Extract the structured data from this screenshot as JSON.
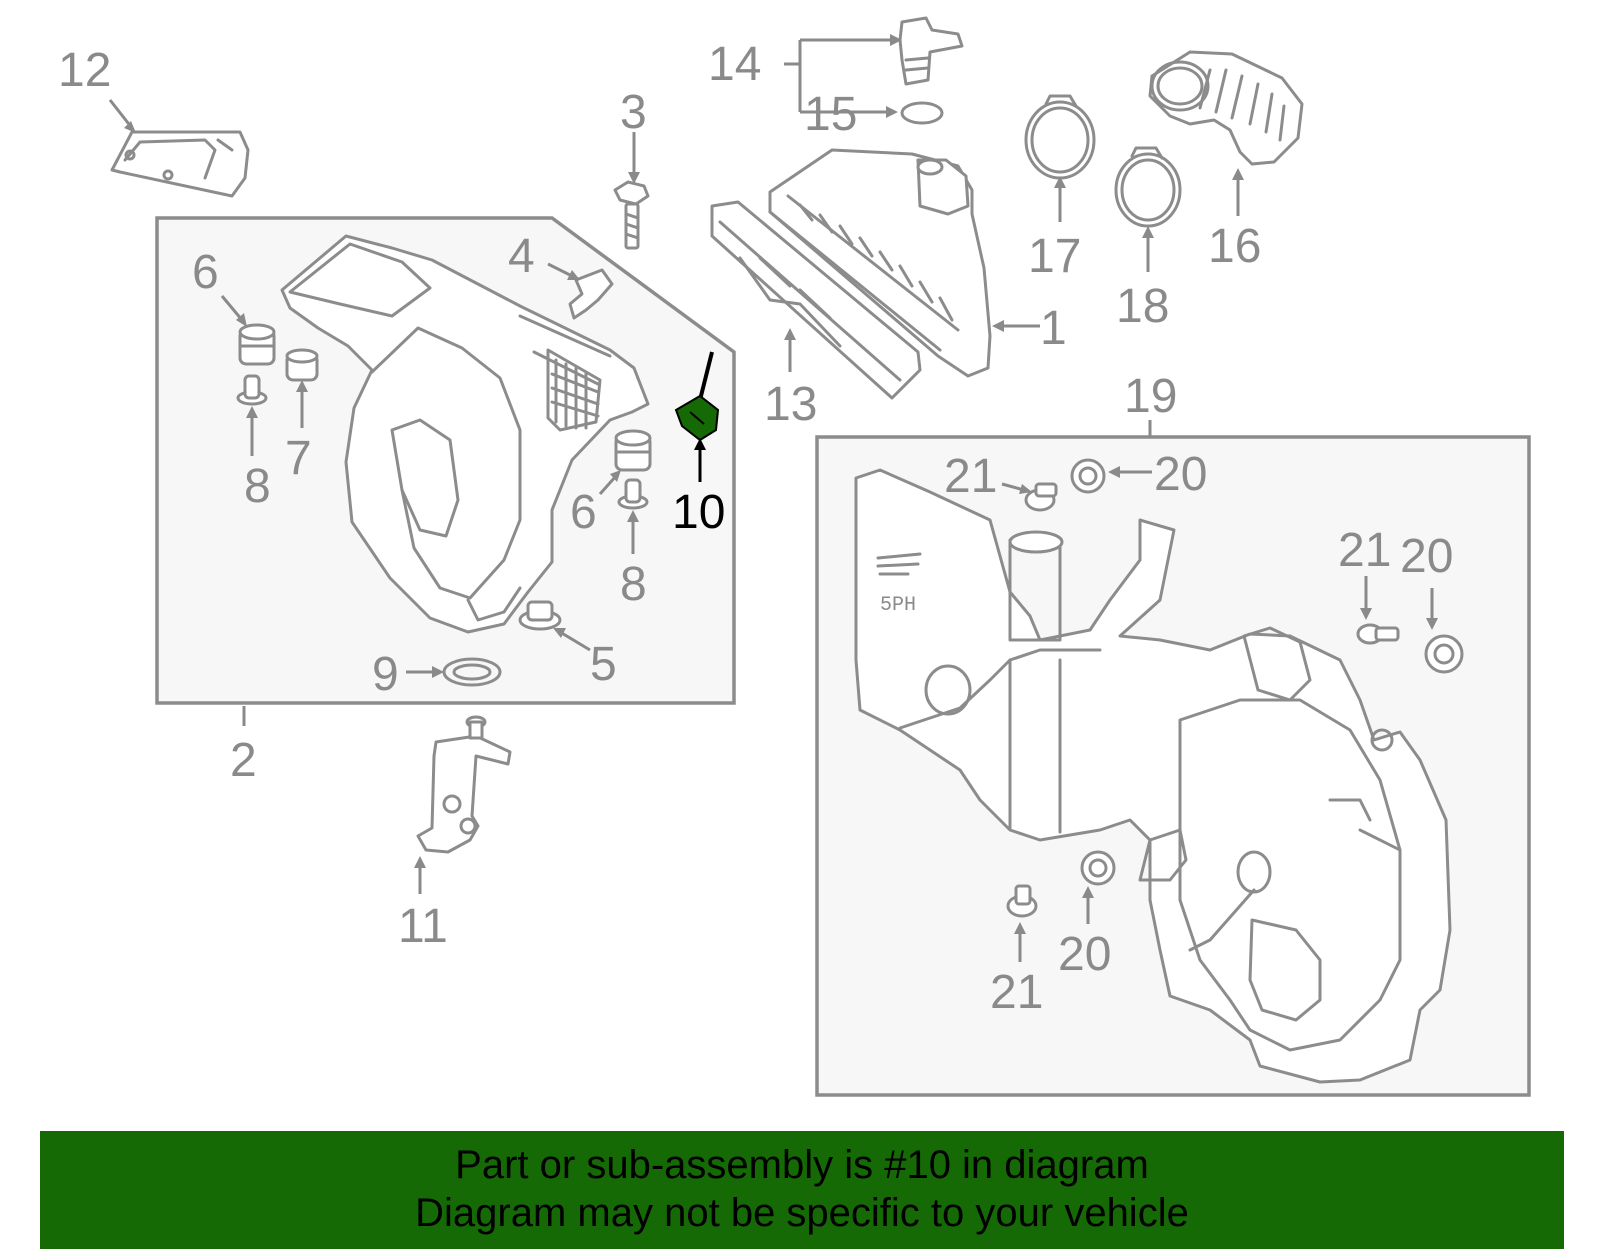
{
  "callouts": [
    {
      "id": "12",
      "text": "12"
    },
    {
      "id": "3",
      "text": "3"
    },
    {
      "id": "14",
      "text": "14"
    },
    {
      "id": "15",
      "text": "15"
    },
    {
      "id": "17",
      "text": "17"
    },
    {
      "id": "18",
      "text": "18"
    },
    {
      "id": "16",
      "text": "16"
    },
    {
      "id": "4",
      "text": "4"
    },
    {
      "id": "6a",
      "text": "6"
    },
    {
      "id": "7",
      "text": "7"
    },
    {
      "id": "8a",
      "text": "8"
    },
    {
      "id": "6b",
      "text": "6"
    },
    {
      "id": "8b",
      "text": "8"
    },
    {
      "id": "10",
      "text": "10"
    },
    {
      "id": "1",
      "text": "1"
    },
    {
      "id": "13",
      "text": "13"
    },
    {
      "id": "9",
      "text": "9"
    },
    {
      "id": "5",
      "text": "5"
    },
    {
      "id": "2",
      "text": "2"
    },
    {
      "id": "11",
      "text": "11"
    },
    {
      "id": "19",
      "text": "19"
    },
    {
      "id": "21a",
      "text": "21"
    },
    {
      "id": "20a",
      "text": "20"
    },
    {
      "id": "21b",
      "text": "21"
    },
    {
      "id": "20b",
      "text": "20"
    },
    {
      "id": "21c",
      "text": "21"
    },
    {
      "id": "20c",
      "text": "20"
    }
  ],
  "housing_marking": "5PH",
  "highlighted_part": "10",
  "highlight_color": "#156a06",
  "banner": {
    "line1": "Part or sub-assembly is #10 in diagram",
    "line2": "Diagram may not be specific to your vehicle",
    "background": "#156a06"
  }
}
